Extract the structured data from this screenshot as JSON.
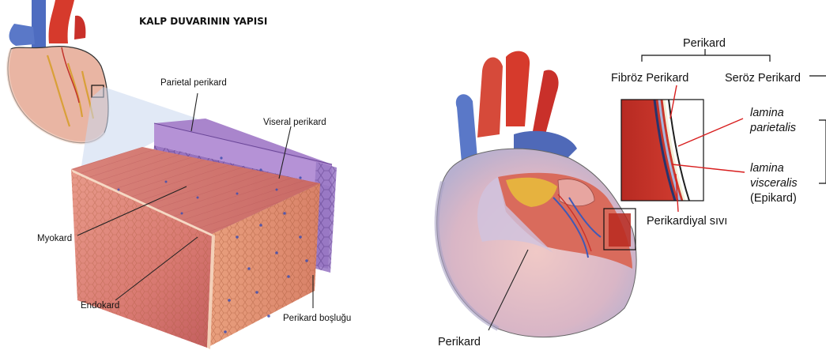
{
  "left_figure": {
    "title": "KALP DUVARININ YAPISI",
    "labels": {
      "parietal": "Parietal perikard",
      "visceral": "Viseral perikard",
      "myocardium": "Myokard",
      "endocardium": "Endokard",
      "cavity": "Perikard boşluğu"
    }
  },
  "right_figure": {
    "labels": {
      "pericardium_top": "Perikard",
      "fibrous": "Fibröz Perikard",
      "serous": "Seröz Perikard",
      "lamina_parietalis_1": "lamina",
      "lamina_parietalis_2": "parietalis",
      "lamina_visceralis_1": "lamina",
      "lamina_visceralis_2": "visceralis",
      "epicardium": "(Epikard)",
      "fluid": "Perikardiyal sıvı",
      "pericardium_bottom": "Perikard"
    }
  },
  "colors": {
    "muscle": "#d7786e",
    "muscle_dark": "#b9534d",
    "pericard_purple": "#8f67b3",
    "aorta_red": "#d63a2c",
    "vein_blue": "#5a78c8",
    "leader_red": "#d81e1e"
  }
}
